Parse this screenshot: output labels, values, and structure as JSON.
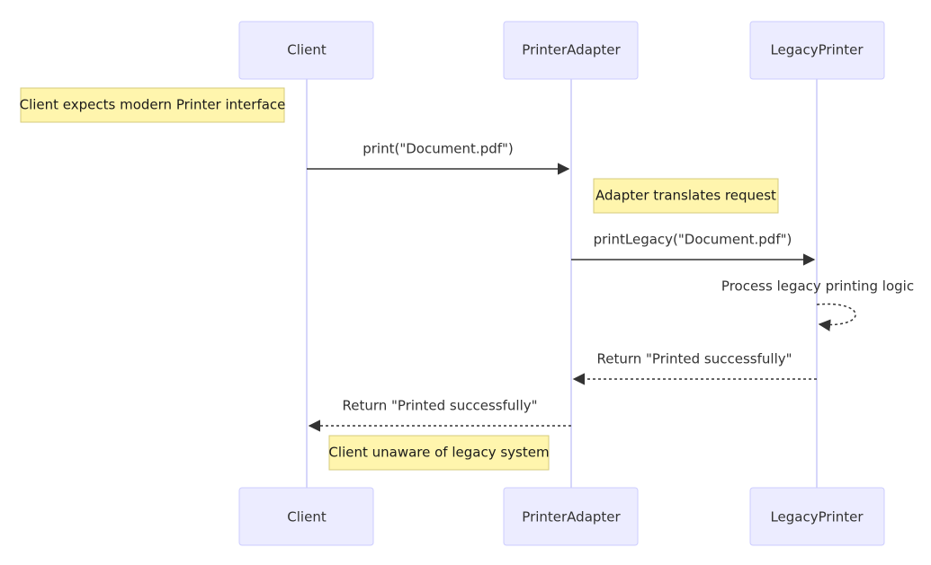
{
  "participants": [
    {
      "id": "client",
      "label": "Client"
    },
    {
      "id": "adapter",
      "label": "PrinterAdapter"
    },
    {
      "id": "legacy",
      "label": "LegacyPrinter"
    }
  ],
  "notes": {
    "client_expects": "Client expects modern Printer interface",
    "adapter_translates": "Adapter translates request",
    "client_unaware": "Client unaware of legacy system"
  },
  "messages": {
    "print": {
      "from": "Client",
      "to": "PrinterAdapter",
      "label": "print(\"Document.pdf\")",
      "style": "solid"
    },
    "print_legacy": {
      "from": "PrinterAdapter",
      "to": "LegacyPrinter",
      "label": "printLegacy(\"Document.pdf\")",
      "style": "solid"
    },
    "process": {
      "from": "LegacyPrinter",
      "to": "LegacyPrinter",
      "label": "Process legacy printing logic",
      "style": "dashed"
    },
    "return_legacy": {
      "from": "LegacyPrinter",
      "to": "PrinterAdapter",
      "label": "Return \"Printed successfully\"",
      "style": "dashed"
    },
    "return_client": {
      "from": "PrinterAdapter",
      "to": "Client",
      "label": "Return \"Printed successfully\"",
      "style": "dashed"
    }
  },
  "colors": {
    "actor_fill": "#ececff",
    "actor_border": "#ccccff",
    "lifeline": "#d6d6fa",
    "note_fill": "#fff5ad",
    "note_border": "#d5cb7d",
    "arrow": "#333333"
  }
}
